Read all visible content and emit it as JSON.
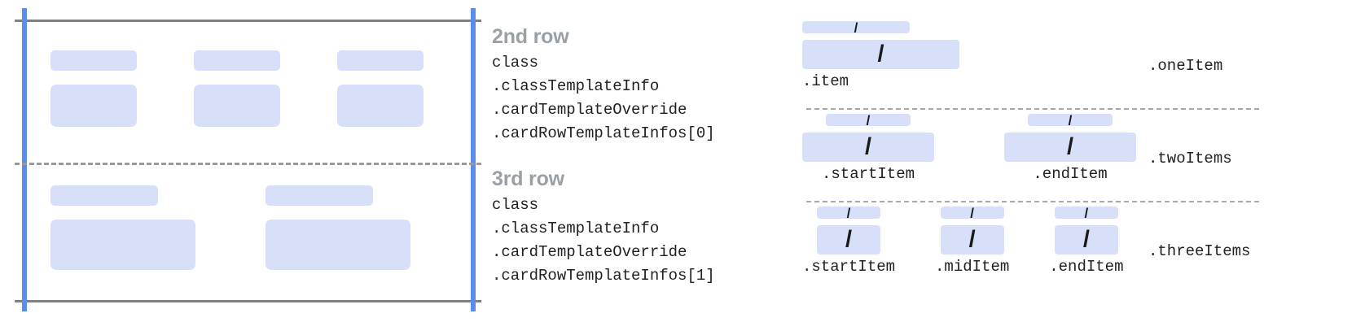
{
  "colors": {
    "placeholder_fill": "#d7e0f8",
    "guide_blue": "#5b8def",
    "frame_gray": "#808080",
    "dash_gray": "#9a9a9a",
    "heading_gray": "#9aa0a6",
    "text_dark": "#202124",
    "slash_dark": "#1a1a1a"
  },
  "left_diagram": {
    "name": "card-row-preview",
    "rows": [
      {
        "id": "row-2",
        "cells": [
          {
            "bar": "placeholder-bar",
            "box": "placeholder-box"
          },
          {
            "bar": "placeholder-bar",
            "box": "placeholder-box"
          },
          {
            "bar": "placeholder-bar",
            "box": "placeholder-box"
          }
        ]
      },
      {
        "id": "row-3",
        "cells": [
          {
            "bar": "placeholder-bar",
            "box": "placeholder-box"
          },
          {
            "bar": "placeholder-bar",
            "box": "placeholder-box"
          }
        ]
      }
    ]
  },
  "annotations": [
    {
      "heading": "2nd row",
      "code_lines": [
        "class",
        ".classTemplateInfo",
        ".cardTemplateOverride",
        ".cardRowTemplateInfos[0]"
      ]
    },
    {
      "heading": "3rd row",
      "code_lines": [
        "class",
        ".classTemplateInfo",
        ".cardTemplateOverride",
        ".cardRowTemplateInfos[1]"
      ]
    }
  ],
  "right_diagram": {
    "variants": [
      {
        "name": ".oneItem",
        "items": [
          {
            "label": ".item",
            "glyph": "/"
          }
        ]
      },
      {
        "name": ".twoItems",
        "items": [
          {
            "label": ".startItem",
            "glyph": "/"
          },
          {
            "label": ".endItem",
            "glyph": "/"
          }
        ]
      },
      {
        "name": ".threeItems",
        "items": [
          {
            "label": ".startItem",
            "glyph": "/"
          },
          {
            "label": ".midItem",
            "glyph": "/"
          },
          {
            "label": ".endItem",
            "glyph": "/"
          }
        ]
      }
    ]
  }
}
